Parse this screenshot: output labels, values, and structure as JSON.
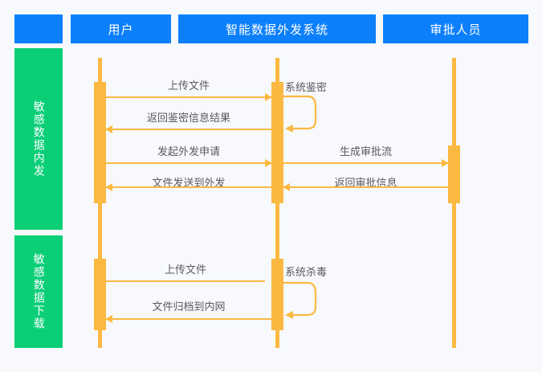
{
  "diagram": {
    "type": "sequence-diagram",
    "background_color": "#F7F9FC",
    "colors": {
      "participant_header": "#0C7FFB",
      "phase_block": "#0ACF77",
      "lifeline": "#FBB942",
      "message_text": "#5A5A62",
      "header_text": "#FFFFFF"
    }
  },
  "participants": [
    {
      "id": "spacer",
      "label": ""
    },
    {
      "id": "user",
      "label": "用户"
    },
    {
      "id": "system",
      "label": "智能数据外发系统"
    },
    {
      "id": "approver",
      "label": "审批人员"
    }
  ],
  "phases": [
    {
      "id": "phase-outbound",
      "label": "敏感数据内发"
    },
    {
      "id": "phase-download",
      "label": "敏感数据下载"
    }
  ],
  "messages": [
    {
      "id": "m1",
      "label": "上传文件",
      "from": "user",
      "to": "system",
      "direction": "right",
      "phase": "phase-outbound"
    },
    {
      "id": "m2",
      "label": "返回鉴密信息结果",
      "from": "system",
      "to": "user",
      "direction": "left",
      "phase": "phase-outbound"
    },
    {
      "id": "m3",
      "label": "发起外发申请",
      "from": "user",
      "to": "system",
      "direction": "right",
      "phase": "phase-outbound"
    },
    {
      "id": "m4",
      "label": "生成审批流",
      "from": "system",
      "to": "approver",
      "direction": "right",
      "phase": "phase-outbound"
    },
    {
      "id": "m5",
      "label": "文件发送到外发",
      "from": "system",
      "to": "user",
      "direction": "left",
      "phase": "phase-outbound"
    },
    {
      "id": "m6",
      "label": "返回审批信息",
      "from": "approver",
      "to": "system",
      "direction": "left",
      "phase": "phase-outbound"
    },
    {
      "id": "m7",
      "label": "上传文件",
      "from": "user",
      "to": "system",
      "direction": "right",
      "phase": "phase-download"
    },
    {
      "id": "m8",
      "label": "文件归档到内网",
      "from": "system",
      "to": "user",
      "direction": "left",
      "phase": "phase-download"
    }
  ],
  "self_messages": [
    {
      "id": "s1",
      "label": "系统鉴密",
      "on": "system",
      "phase": "phase-outbound"
    },
    {
      "id": "s2",
      "label": "系统杀毒",
      "on": "system",
      "phase": "phase-download"
    }
  ]
}
